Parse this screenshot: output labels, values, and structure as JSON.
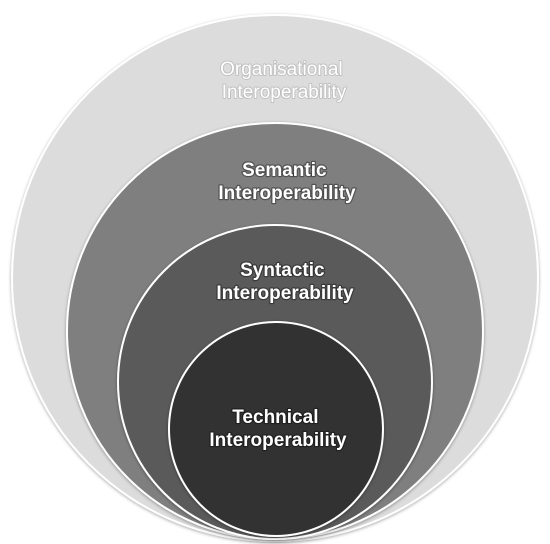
{
  "layers": [
    {
      "id": "organisational",
      "line1": "Organisational",
      "line2": "Interoperability",
      "color": "#dcdcdc"
    },
    {
      "id": "semantic",
      "line1": "Semantic",
      "line2": "Interoperability",
      "color": "#7f7f7f"
    },
    {
      "id": "syntactic",
      "line1": "Syntactic",
      "line2": "Interoperability",
      "color": "#5a5a5a"
    },
    {
      "id": "technical",
      "line1": "Technical",
      "line2": "Interoperability",
      "color": "#303030"
    }
  ],
  "stroke_color": "#ffffff"
}
